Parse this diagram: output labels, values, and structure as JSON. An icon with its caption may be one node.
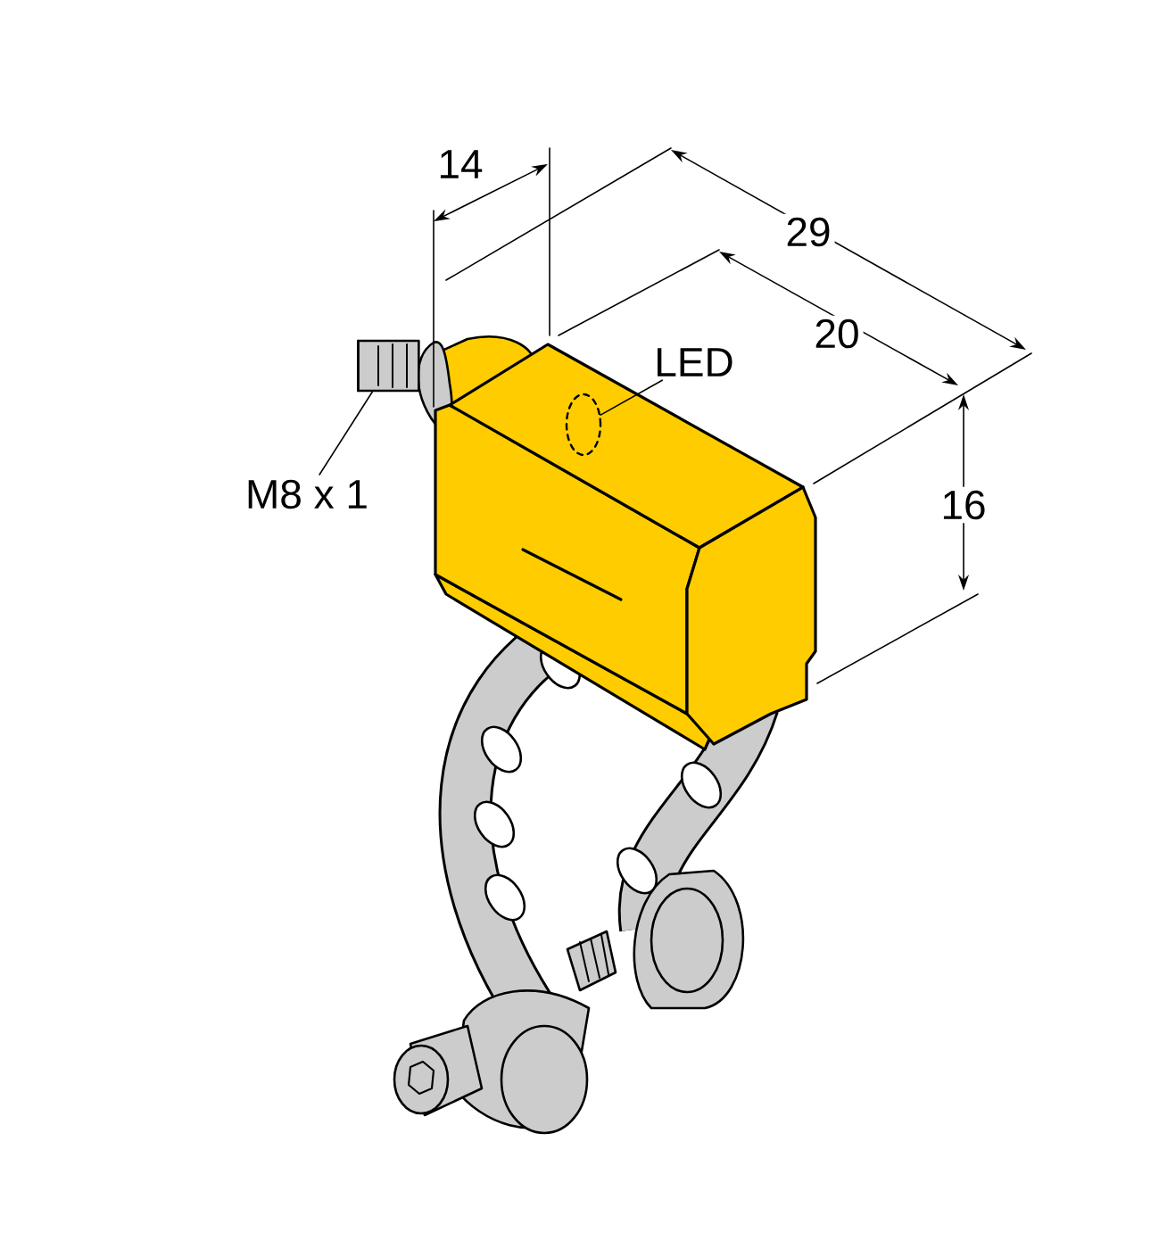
{
  "diagram": {
    "nodes": [
      {
        "text": [
          "LED"
        ]
      },
      {
        "text": [],
        "shape": "circle"
      },
      {
        "text": [
          "M8 x 1"
        ]
      },
      {
        "text": [],
        "shape": "cylinder"
      }
    ],
    "edges": [
      {
        "from": 0,
        "to": 1,
        "arrow": "none"
      },
      {
        "from": 2,
        "to": 3,
        "arrow": "none"
      }
    ],
    "labels": [
      "14",
      "29",
      "20",
      "16"
    ]
  }
}
